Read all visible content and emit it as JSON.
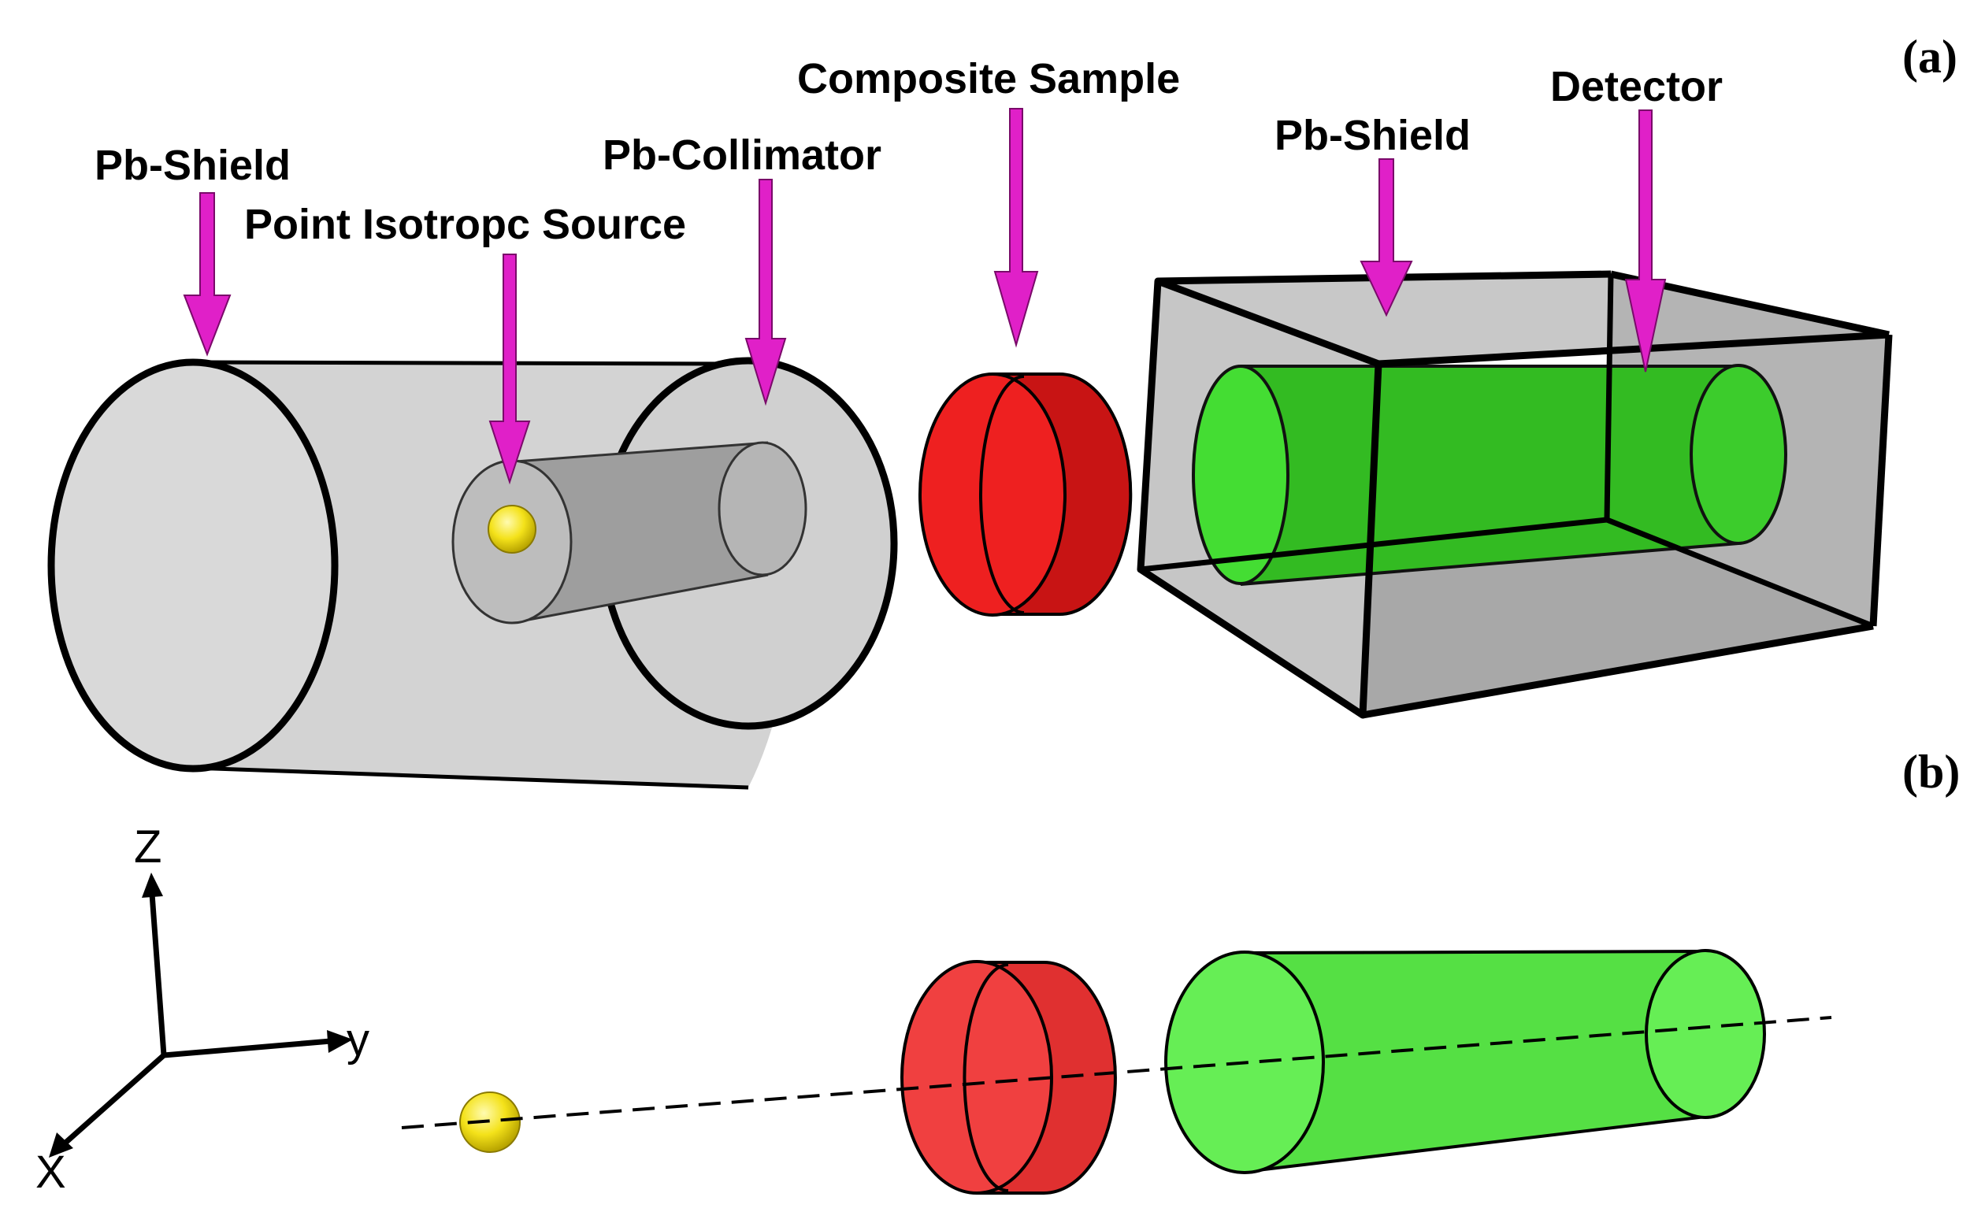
{
  "panels": {
    "a": "(a)",
    "b": "(b)"
  },
  "labels": {
    "pb_shield_left": "Pb-Shield",
    "point_source": "Point Isotropc Source",
    "pb_collimator": "Pb-Collimator",
    "composite_sample": "Composite Sample",
    "pb_shield_right": "Pb-Shield",
    "detector": "Detector"
  },
  "axes": {
    "z": "Z",
    "y": "y",
    "x": "X"
  },
  "colors": {
    "arrow": "#e020c8",
    "shield": "#d3d3d3",
    "sample": "#ee2020",
    "detector": "#44dd33",
    "source": "#f4e21a",
    "outline": "#000000"
  }
}
